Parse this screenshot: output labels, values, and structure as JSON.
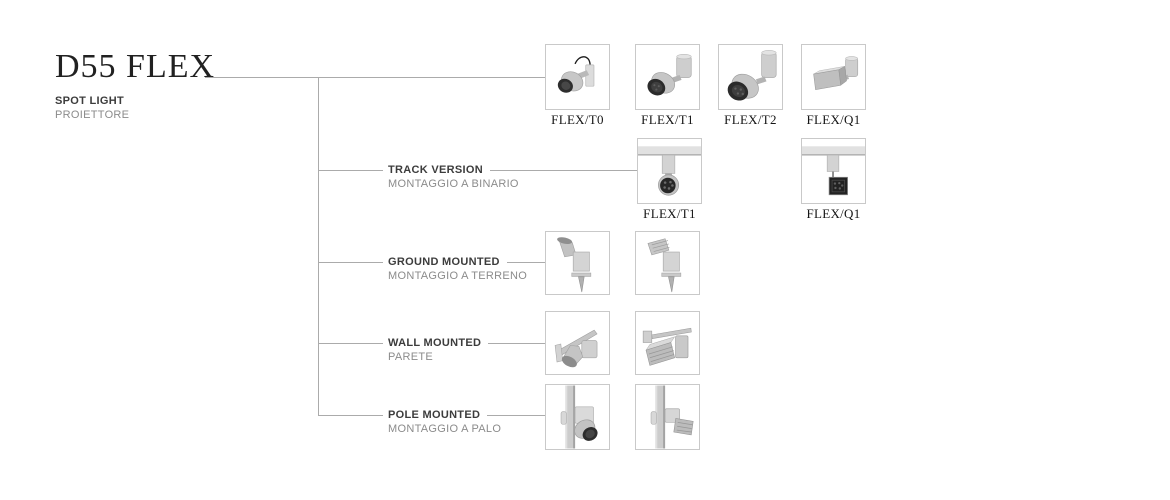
{
  "header": {
    "title": "D55 FLEX",
    "type_en": "SPOT LIGHT",
    "type_it": "PROIETTORE"
  },
  "families": {
    "top": {
      "products": [
        {
          "label": "FLEX/T0"
        },
        {
          "label": "FLEX/T1"
        },
        {
          "label": "FLEX/T2"
        },
        {
          "label": "FLEX/Q1"
        }
      ]
    },
    "track": {
      "title_en": "TRACK VERSION",
      "title_it": "MONTAGGIO A BINARIO",
      "products": [
        {
          "label": "FLEX/T1"
        },
        {
          "label": "FLEX/Q1"
        }
      ]
    },
    "ground": {
      "title_en": "GROUND MOUNTED",
      "title_it": "MONTAGGIO A TERRENO"
    },
    "wall": {
      "title_en": "WALL MOUNTED",
      "title_it": "PARETE"
    },
    "pole": {
      "title_en": "POLE MOUNTED",
      "title_it": "MONTAGGIO A PALO"
    }
  },
  "colors": {
    "page_bg": "#ffffff",
    "line": "#ababab",
    "box_border": "#c9c9c9",
    "title": "#212121",
    "label_en": "#3c3c3c",
    "label_it": "#8b8b8b",
    "product_label": "#151515"
  }
}
